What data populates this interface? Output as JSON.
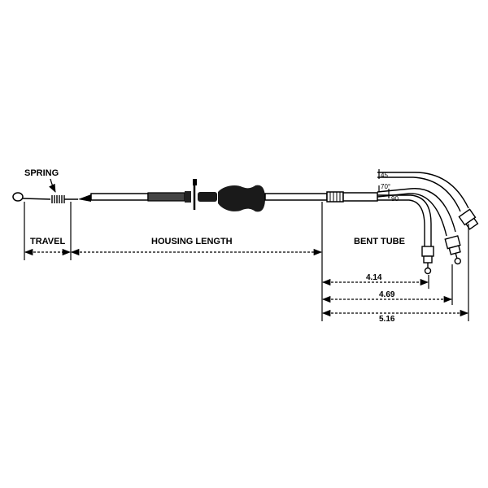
{
  "labels": {
    "spring": "SPRING",
    "travel": "TRAVEL",
    "housing_length": "HOUSING LENGTH",
    "bent_tube": "BENT TUBE"
  },
  "angles": {
    "a45": "45",
    "a70": "70°",
    "a90": "90"
  },
  "dimensions": {
    "d1": "4.14",
    "d2": "4.69",
    "d3": "5.16"
  },
  "colors": {
    "ink": "#000000",
    "cable_fill": "#cfcfcf",
    "dark_part": "#1a1a1a"
  }
}
